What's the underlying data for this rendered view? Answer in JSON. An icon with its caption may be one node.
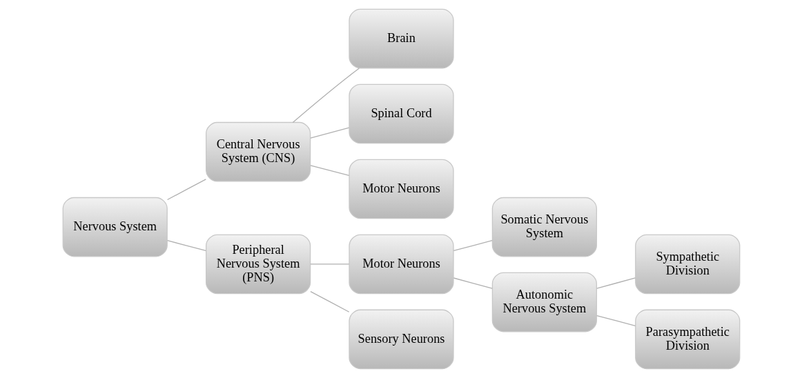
{
  "diagram": {
    "nodes": [
      {
        "text": [
          "Nervous System"
        ]
      },
      {
        "text": [
          "Central Nervous System (CNS)"
        ]
      },
      {
        "text": [
          "Brain"
        ]
      },
      {
        "text": [
          "Spinal Cord"
        ]
      },
      {
        "text": [
          "Motor Neurons"
        ]
      },
      {
        "text": [
          "Peripheral Nervous System (PNS)"
        ]
      },
      {
        "text": [
          "Motor Neurons"
        ]
      },
      {
        "text": [
          "Sensory Neurons"
        ]
      },
      {
        "text": [
          "Somatic Nervous System"
        ]
      },
      {
        "text": [
          "Autonomic Nervous System"
        ]
      },
      {
        "text": [
          "Sympathetic Division"
        ]
      },
      {
        "text": [
          "Parasympathetic Division"
        ]
      }
    ],
    "edges": [
      {
        "from": 0,
        "to": 1,
        "arrow": "none"
      },
      {
        "from": 0,
        "to": 5,
        "arrow": "none"
      },
      {
        "from": 1,
        "to": 2,
        "arrow": "none"
      },
      {
        "from": 1,
        "to": 3,
        "arrow": "none"
      },
      {
        "from": 1,
        "to": 4,
        "arrow": "none"
      },
      {
        "from": 5,
        "to": 6,
        "arrow": "none"
      },
      {
        "from": 5,
        "to": 7,
        "arrow": "none"
      },
      {
        "from": 6,
        "to": 8,
        "arrow": "none"
      },
      {
        "from": 6,
        "to": 9,
        "arrow": "none"
      },
      {
        "from": 9,
        "to": 10,
        "arrow": "none"
      },
      {
        "from": 9,
        "to": 11,
        "arrow": "none"
      }
    ]
  }
}
